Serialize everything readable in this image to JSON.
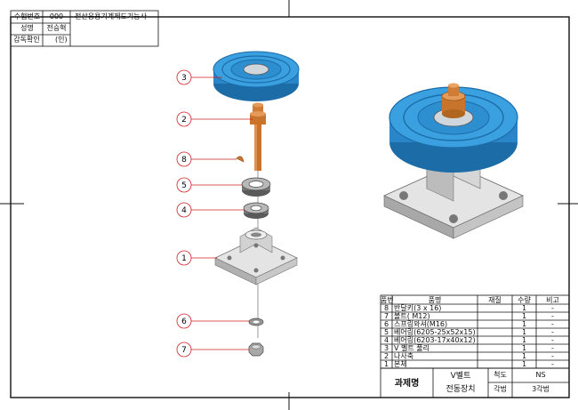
{
  "header": {
    "exam_no_label": "수험번호",
    "exam_no_value": "000",
    "title": "전산응용기계제도기능사",
    "name_label": "성명",
    "name_value": "전승혁",
    "inspect_label": "감독확인",
    "inspect_value": "(인)"
  },
  "balloons": [
    "3",
    "2",
    "8",
    "5",
    "4",
    "1",
    "6",
    "7"
  ],
  "bom": {
    "headers": {
      "no": "품번",
      "name": "품명",
      "material": "재질",
      "qty": "수량",
      "note": "비고"
    },
    "rows": [
      {
        "no": "8",
        "name": "반달키(3 x 16)",
        "qty": "1",
        "note": "-"
      },
      {
        "no": "7",
        "name": "볼트( M12)",
        "qty": "1",
        "note": "-"
      },
      {
        "no": "6",
        "name": "스프링와셔(M16)",
        "qty": "1",
        "note": "-"
      },
      {
        "no": "5",
        "name": "베어링(6205-25x52x15)",
        "qty": "1",
        "note": "-"
      },
      {
        "no": "4",
        "name": "베어링(6203-17x40x12)",
        "qty": "1",
        "note": "-"
      },
      {
        "no": "3",
        "name": "V 벨트 풀리",
        "qty": "1",
        "note": "-"
      },
      {
        "no": "2",
        "name": "나사축",
        "qty": "1",
        "note": "-"
      },
      {
        "no": "1",
        "name": "본체",
        "qty": "1",
        "note": "-"
      }
    ]
  },
  "title_block": {
    "project_label": "과제명",
    "project_line1": "V벨트",
    "project_line2": "전동장치",
    "scale_label": "척도",
    "scale_value": "NS",
    "projection_label": "각법",
    "projection_value": "3각법"
  },
  "colors": {
    "line": "#111111",
    "leader": "#cc2222",
    "pulley": "#2e8fd0",
    "pulley_dark": "#1c6ca8",
    "shaft": "#c8742c",
    "body": "#d0d0d0"
  }
}
